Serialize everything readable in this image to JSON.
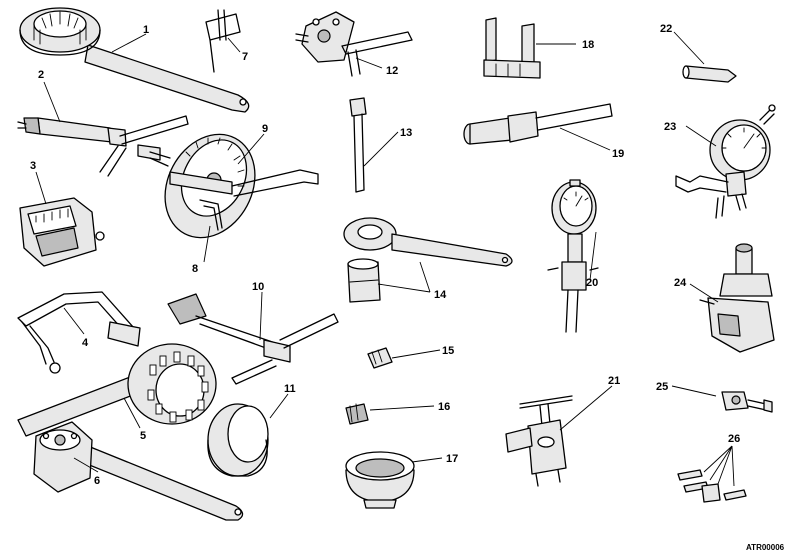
{
  "reference_code": "ATR00006",
  "callouts": [
    {
      "label": "1"
    },
    {
      "label": "2"
    },
    {
      "label": "3"
    },
    {
      "label": "4"
    },
    {
      "label": "5"
    },
    {
      "label": "6"
    },
    {
      "label": "7"
    },
    {
      "label": "8"
    },
    {
      "label": "9"
    },
    {
      "label": "10"
    },
    {
      "label": "11"
    },
    {
      "label": "12"
    },
    {
      "label": "13"
    },
    {
      "label": "14"
    },
    {
      "label": "15"
    },
    {
      "label": "16"
    },
    {
      "label": "17"
    },
    {
      "label": "18"
    },
    {
      "label": "19"
    },
    {
      "label": "20"
    },
    {
      "label": "21"
    },
    {
      "label": "22"
    },
    {
      "label": "23"
    },
    {
      "label": "24"
    },
    {
      "label": "25"
    },
    {
      "label": "26"
    }
  ]
}
